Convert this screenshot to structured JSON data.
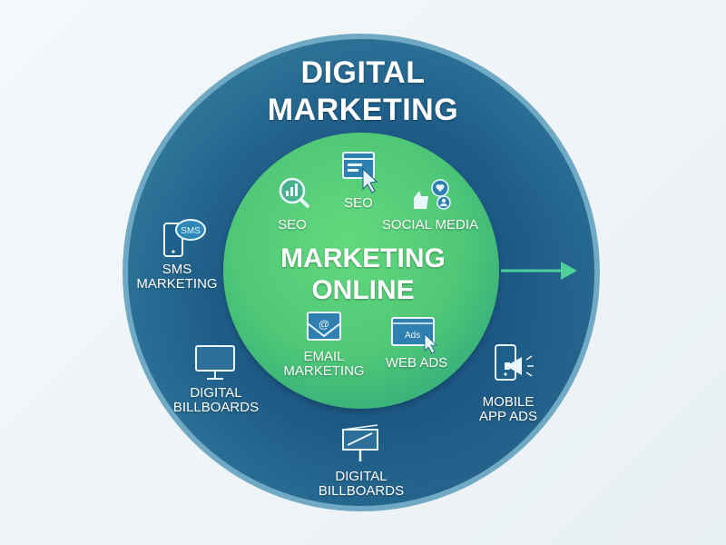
{
  "title": "DIGITAL\nMARKETING",
  "center": "MARKETING\nONLINE",
  "inner_items": [
    {
      "label": "SEO",
      "icon": "magnifier-chart-icon"
    },
    {
      "label": "SEO",
      "icon": "browser-cursor-icon"
    },
    {
      "label": "SOCIAL MEDIA",
      "icon": "social-thumbs-up-icon"
    },
    {
      "label": "EMAIL\nMARKETING",
      "icon": "email-envelope-icon"
    },
    {
      "label": "WEB ADS",
      "icon": "web-ads-icon"
    }
  ],
  "outer_items": [
    {
      "label": "SMS\nMARKETING",
      "icon": "sms-phone-icon"
    },
    {
      "label": "DIGITAL\nBILLBOARDS",
      "icon": "monitor-icon"
    },
    {
      "label": "DIGITAL\nBILLBOARDS",
      "icon": "billboard-icon"
    },
    {
      "label": "MOBILE\nAPP ADS",
      "icon": "mobile-megaphone-icon"
    }
  ],
  "colors": {
    "outer_ring": "#1e5f8a",
    "inner_circle": "#5ad07a",
    "arrow": "#4fcf9a",
    "icon_stroke": "#eaf6ff"
  }
}
